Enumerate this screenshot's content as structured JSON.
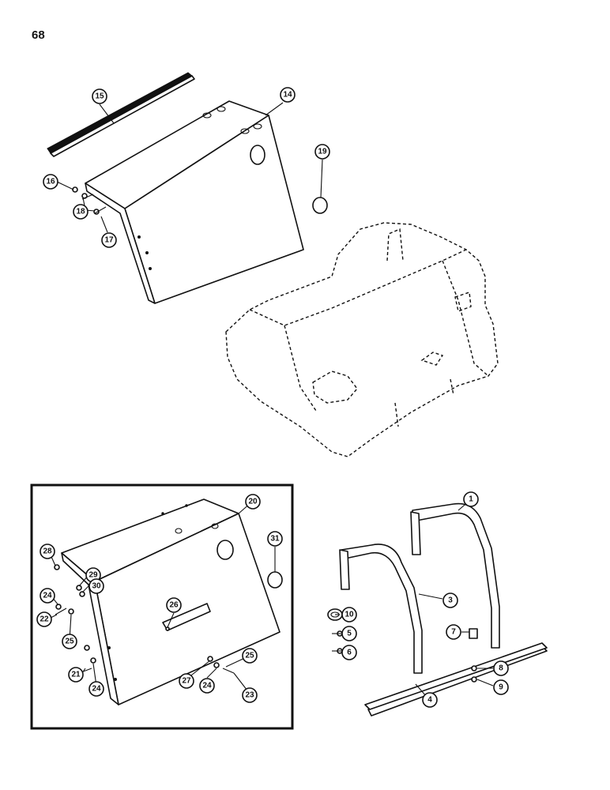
{
  "page": {
    "number": "68"
  },
  "callouts": {
    "c1": "1",
    "c3": "3",
    "c4": "4",
    "c5": "5",
    "c6": "6",
    "c7": "7",
    "c8": "8",
    "c9": "9",
    "c10": "10",
    "c14": "14",
    "c15": "15",
    "c16": "16",
    "c17": "17",
    "c18": "18",
    "c19": "19",
    "c20": "20",
    "c21": "21",
    "c22": "22",
    "c23": "23",
    "c24a": "24",
    "c24b": "24",
    "c24c": "24",
    "c25a": "25",
    "c25b": "25",
    "c26": "26",
    "c27": "27",
    "c28": "28",
    "c29": "29",
    "c30": "30",
    "c31": "31"
  }
}
